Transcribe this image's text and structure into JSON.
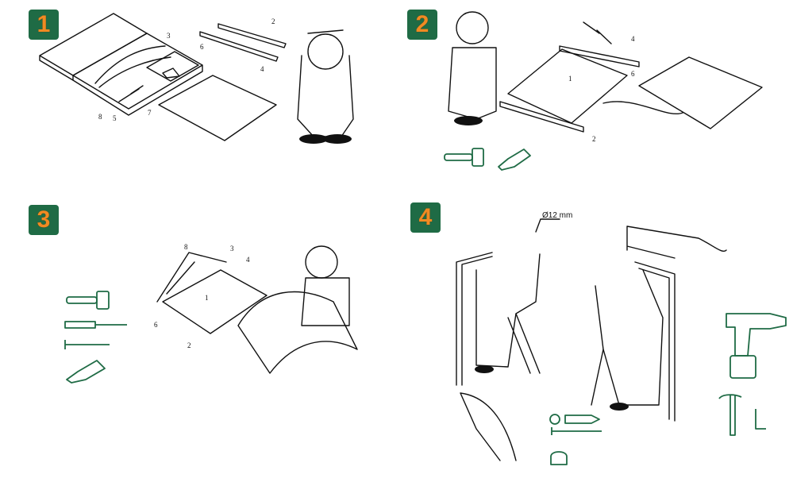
{
  "steps": [
    {
      "number": "1",
      "part_labels": [
        "2",
        "3",
        "4",
        "5",
        "6",
        "7",
        "8"
      ]
    },
    {
      "number": "2",
      "part_labels": [
        "1",
        "2",
        "4",
        "6"
      ]
    },
    {
      "number": "3",
      "part_labels": [
        "1",
        "2",
        "3",
        "4",
        "6",
        "8"
      ]
    },
    {
      "number": "4",
      "dimension_label": "Ø12 mm"
    }
  ],
  "colors": {
    "badge_bg": "#1f6b45",
    "badge_number": "#f18a22",
    "tool_icons": "#1f6b45",
    "line_art": "#111111"
  },
  "tool_icons": {
    "step2": [
      "mallet-icon",
      "sealant-tube-icon"
    ],
    "step3": [
      "mallet-icon",
      "screwdriver-icon",
      "screw-icon",
      "sealant-tube-icon"
    ],
    "step4": [
      "washer-icon",
      "wall-plug-icon",
      "screw-icon",
      "cap-nut-icon",
      "cordless-drill-icon",
      "hammer-icon",
      "hex-key-icon"
    ]
  }
}
